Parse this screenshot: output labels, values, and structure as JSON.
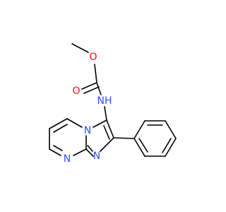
{
  "colors": {
    "background": "#ffffff",
    "bond": "#000000",
    "oxygen": "#ff0d0d",
    "nitrogen": "#3050f8"
  },
  "atoms": {
    "o_ether": {
      "label": "O",
      "element": "oxygen"
    },
    "o_carbonyl": {
      "label": "O",
      "element": "oxygen"
    },
    "n_amide": {
      "label": "NH",
      "element": "nitrogen"
    },
    "n_bridge": {
      "label": "N",
      "element": "nitrogen"
    },
    "n_pyrimidine": {
      "label": "N",
      "element": "nitrogen"
    },
    "n_imidazole": {
      "label": "N",
      "element": "nitrogen"
    }
  }
}
